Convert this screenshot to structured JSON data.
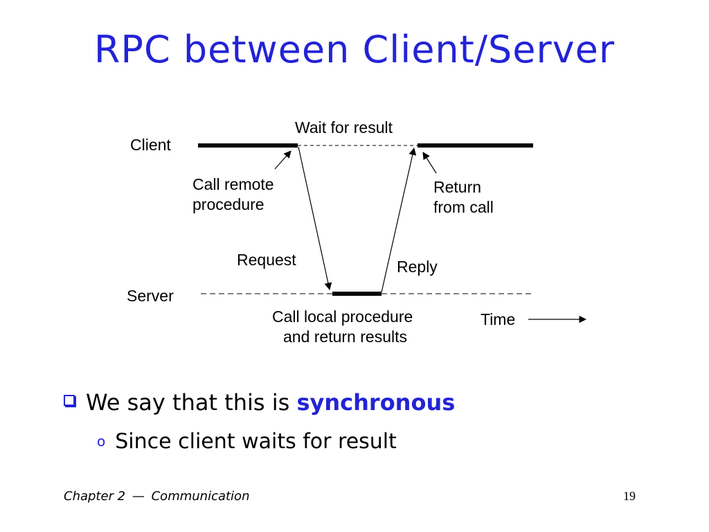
{
  "slide": {
    "title": "RPC between Client/Server"
  },
  "diagram": {
    "client_label": "Client",
    "server_label": "Server",
    "wait_label": "Wait for result",
    "call_remote_line1": "Call remote",
    "call_remote_line2": "procedure",
    "return_line1": "Return",
    "return_line2": "from call",
    "request_label": "Request",
    "reply_label": "Reply",
    "call_local_line1": "Call local procedure",
    "call_local_line2": "and return results",
    "time_label": "Time"
  },
  "bullets": {
    "main_prefix": "We say that this is ",
    "main_emphasis": "synchronous",
    "sub_marker": "o",
    "sub_text": "Since client waits for result"
  },
  "footer": {
    "chapter": "Chapter 2",
    "separator": "—",
    "topic": "Communication",
    "page_number": "19"
  }
}
